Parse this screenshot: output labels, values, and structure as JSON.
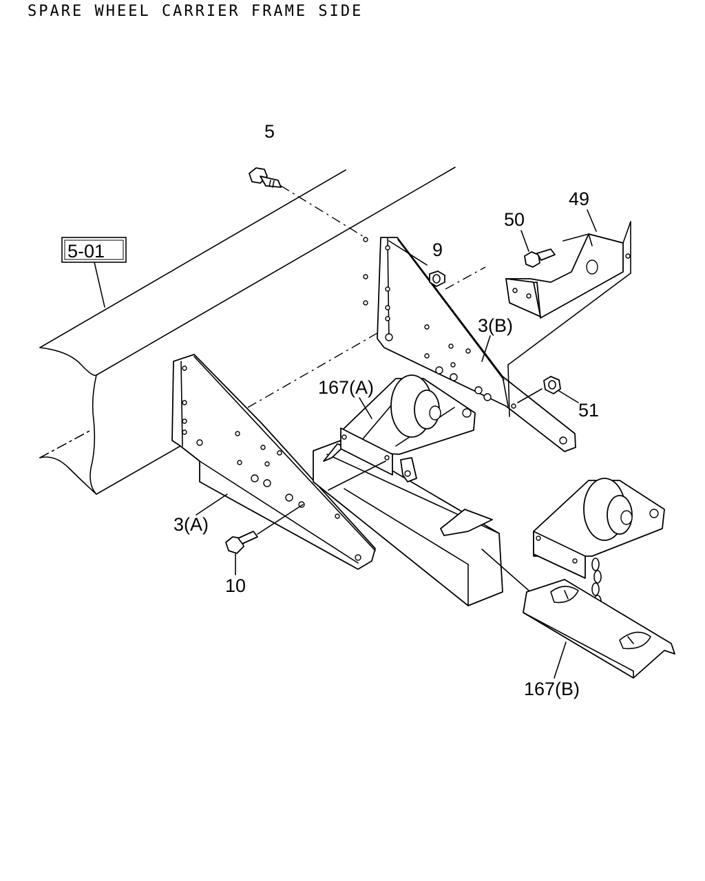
{
  "title": "SPARE WHEEL CARRIER FRAME SIDE",
  "reference_box": "5-01",
  "callouts": {
    "c5": "5",
    "c9": "9",
    "c49": "49",
    "c50": "50",
    "c3b": "3(B)",
    "c167a": "167(A)",
    "c51": "51",
    "c3a": "3(A)",
    "c10": "10",
    "c167b": "167(B)"
  }
}
